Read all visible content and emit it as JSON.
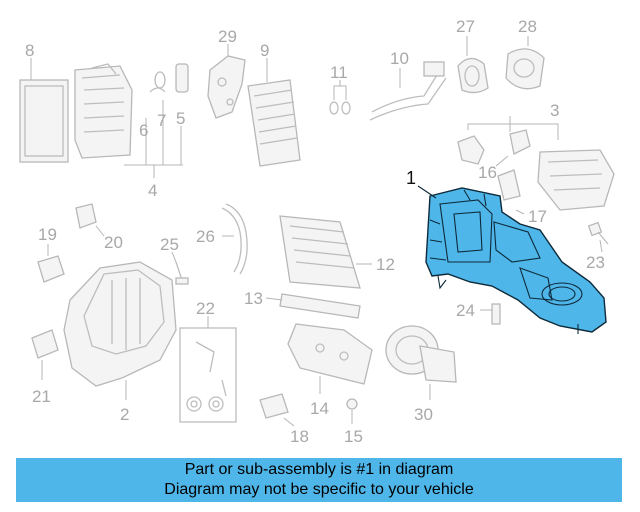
{
  "callouts": {
    "c1": "1",
    "c2": "2",
    "c3": "3",
    "c4": "4",
    "c5": "5",
    "c6": "6",
    "c7": "7",
    "c8": "8",
    "c9": "9",
    "c10": "10",
    "c11": "11",
    "c12": "12",
    "c13": "13",
    "c14": "14",
    "c15": "15",
    "c16": "16",
    "c17": "17",
    "c18": "18",
    "c19": "19",
    "c20": "20",
    "c21": "21",
    "c22": "22",
    "c23": "23",
    "c24": "24",
    "c25": "25",
    "c26": "26",
    "c27": "27",
    "c28": "28",
    "c29": "29",
    "c30": "30"
  },
  "banner": {
    "line1": "Part or sub-assembly is #1 in diagram",
    "line2": "Diagram may not be specific to your vehicle"
  },
  "colors": {
    "highlight": "#4fb6ea",
    "parts": "#bdbdbd",
    "labels": "#a8a8a8"
  }
}
